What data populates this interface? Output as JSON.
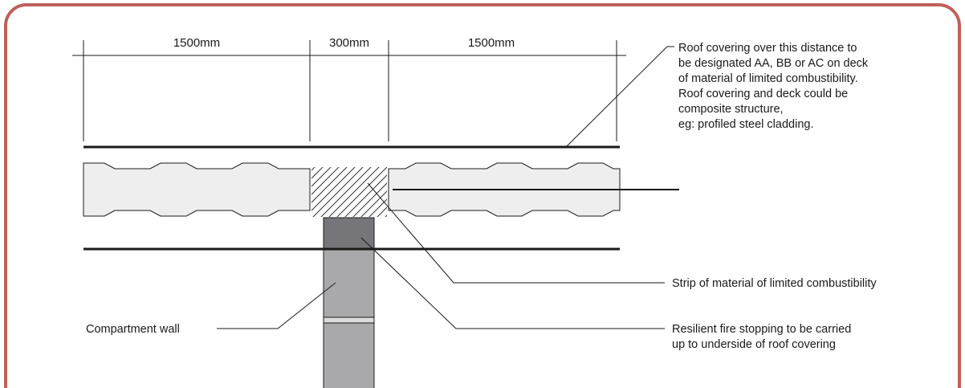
{
  "colors": {
    "frame_border": "#c0605a",
    "line": "#1a1a1a",
    "insulation_fill": "#eeeeee",
    "wall_fill": "#a9a9ab",
    "wall_cap": "#76767a",
    "hatch": "#333333"
  },
  "dimensions": {
    "left": "1500mm",
    "middle": "300mm",
    "right": "1500mm"
  },
  "notes": {
    "roof_covering": [
      "Roof covering over this distance to",
      "be designated AA, BB or AC on deck",
      "of material of limited combustibility.",
      "Roof covering and deck could be",
      "composite structure,",
      "eg: profiled steel cladding."
    ],
    "strip": "Strip of material of limited combustibility",
    "fire_stopping": [
      "Resilient fire stopping to be carried",
      "up to underside of roof covering"
    ],
    "compartment_wall": "Compartment wall"
  }
}
